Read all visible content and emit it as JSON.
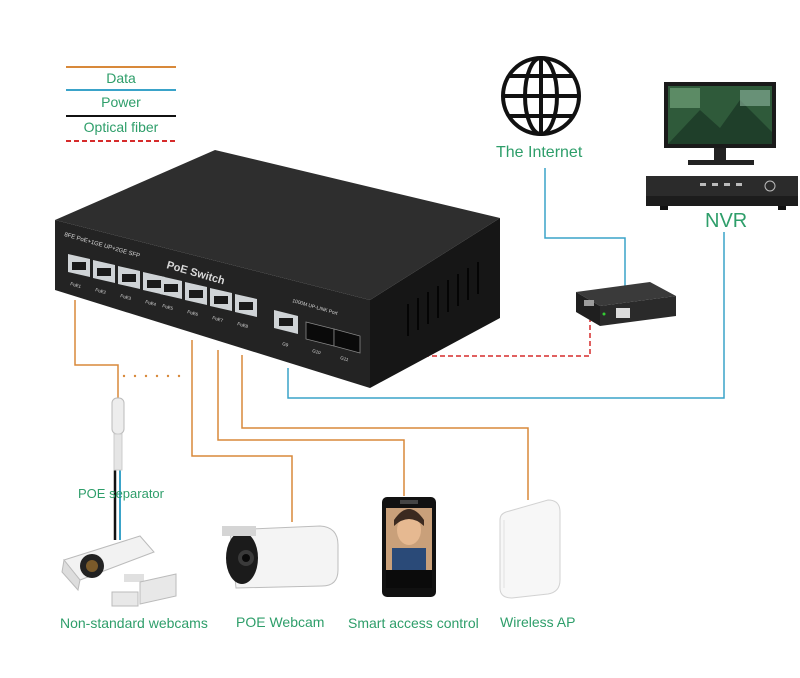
{
  "legend": {
    "data": {
      "label": "Data",
      "color": "#d8893a"
    },
    "power": {
      "label": "Power",
      "color": "#3aa3c9"
    },
    "fiber": {
      "label": "Optical fiber",
      "color": "#d62b2b"
    }
  },
  "switch": {
    "title": "PoE Switch",
    "spec": "8FE PoE+1GE UP+2GE SFP",
    "port_labels": [
      "PoE1",
      "PoE2",
      "PoE3",
      "PoE4",
      "PoE5",
      "PoE6",
      "PoE7",
      "PoE8"
    ],
    "uplink_label": "1000M UP-LINK Port",
    "uplink_port_labels": [
      "G9",
      "G10",
      "G11"
    ]
  },
  "labels": {
    "internet": "The Internet",
    "nvr": "NVR",
    "poe_separator": "POE separator",
    "non_standard_webcams": "Non-standard webcams",
    "poe_webcam": "POE Webcam",
    "smart_access_control": "Smart access control",
    "wireless_ap": "Wireless AP"
  },
  "colors": {
    "label_green": "#2e9e6a",
    "switch_body": "#2b2b2b"
  }
}
